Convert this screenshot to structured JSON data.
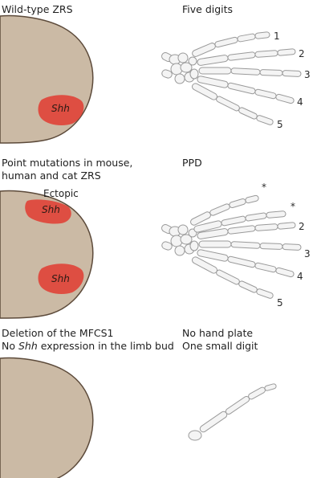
{
  "panels": [
    {
      "heading": "Wild-type ZRS",
      "right_heading": "Five digits",
      "domain_labels": [
        "Shh"
      ],
      "digit_labels": [
        "1",
        "2",
        "3",
        "4",
        "5"
      ]
    },
    {
      "heading_lines": [
        "Point mutations in mouse,",
        "human and cat ZRS"
      ],
      "right_heading": "PPD",
      "ectopic_label": "Ectopic",
      "domain_labels": [
        "Shh",
        "Shh"
      ],
      "digit_labels": [
        "*",
        "*",
        "2",
        "3",
        "4",
        "5"
      ]
    },
    {
      "heading_line1": "Deletion of the MFCS1",
      "heading_line2_pre": "No ",
      "heading_line2_italic": "Shh",
      "heading_line2_post": " expression in the limb bud",
      "right_heading_lines": [
        "No hand plate",
        "One small digit"
      ]
    }
  ],
  "colors": {
    "bud": "#cbbaa5",
    "bud_stroke": "#5c4a3a",
    "shh": "#e0443a",
    "bone": "#f4f4f4",
    "bone_stroke": "#9a9a9a"
  }
}
